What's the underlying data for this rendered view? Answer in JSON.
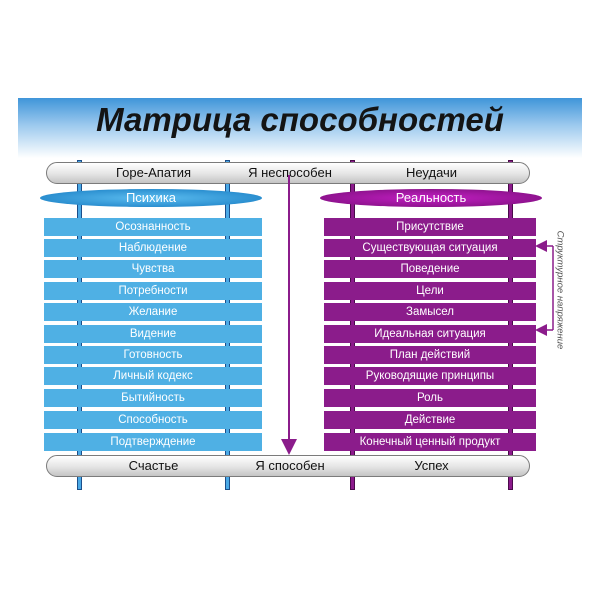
{
  "title": "Матрица способностей",
  "top_bar": {
    "left": "Горе-Апатия",
    "center": "Я неспособен",
    "right": "Неудачи"
  },
  "bottom_bar": {
    "left": "Счастье",
    "center": "Я способен",
    "right": "Успех"
  },
  "psyche": {
    "heading": "Психика",
    "items": [
      "Осознанность",
      "Наблюдение",
      "Чувства",
      "Потребности",
      "Желание",
      "Видение",
      "Готовность",
      "Личный кодекс",
      "Бытийность",
      "Способность",
      "Подтверждение"
    ]
  },
  "reality": {
    "heading": "Реальность",
    "items": [
      "Присутствие",
      "Существующая ситуация",
      "Поведение",
      "Цели",
      "Замысел",
      "Идеальная ситуация",
      "План действий",
      "Руководящие принципы",
      "Роль",
      "Действие",
      "Конечный ценный продукт"
    ]
  },
  "side_note": "Структурное напряжение",
  "colors": {
    "blue": "#4fb0e4",
    "purple": "#8b1c8b",
    "arrow": "#8b1c8b"
  }
}
